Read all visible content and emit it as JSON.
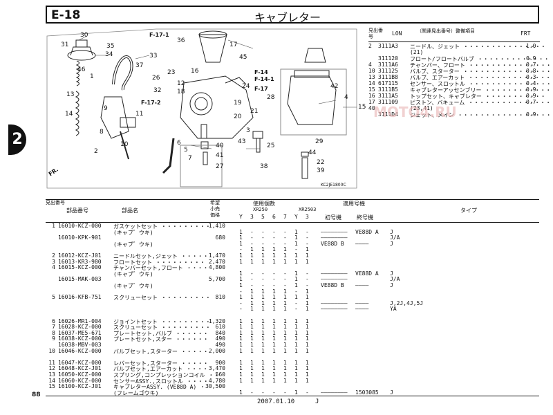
{
  "header": {
    "code": "E-18",
    "title": "キャブレター"
  },
  "side_badge": "2",
  "diagram": {
    "fr_arrow": "FR.",
    "code_stamp": "KC2JE1800C",
    "refs": [
      "F-17-1",
      "F-17-2",
      "F-14",
      "F-14-1",
      "F-17"
    ],
    "callouts": [
      "30",
      "35",
      "34",
      "37",
      "33",
      "46",
      "31",
      "1",
      "13",
      "14",
      "8",
      "2",
      "9",
      "10",
      "11",
      "32",
      "12",
      "16",
      "23",
      "26",
      "36",
      "17",
      "45",
      "18",
      "19",
      "20",
      "6",
      "5",
      "40",
      "41",
      "7",
      "27",
      "43",
      "3",
      "25",
      "21",
      "24",
      "28",
      "38",
      "39",
      "22",
      "42",
      "4",
      "15",
      "29",
      "44"
    ]
  },
  "lon_panel": {
    "header": {
      "ref": "見出番号",
      "lon": "LON",
      "parts": "（関連見出番号）整備項目",
      "frt": "FRT"
    },
    "rows": [
      {
        "ref": "2",
        "lon": "3111A3",
        "desc": "ニードル、ジェット ・・・・・・・・・・・・・・・",
        "frt": "1.0"
      },
      {
        "ref": "",
        "lon": "",
        "desc": "(21)",
        "frt": ""
      },
      {
        "ref": "",
        "lon": "311120",
        "desc": "フロート/フロートバルブ ・・・・・・・・・・・・・",
        "frt": "0.9"
      },
      {
        "ref": "4",
        "lon": "3111A6",
        "desc": "チャンバー、フロート ・・・・・・・・・・・・・・・",
        "frt": "0.7"
      },
      {
        "ref": "10",
        "lon": "311125",
        "desc": "バルブ、スターター ・・・・・・・・・・・・・・・・",
        "frt": "0.8"
      },
      {
        "ref": "13",
        "lon": "3111B8",
        "desc": "バルブ、エアーカット ・・・・・・・・・・・・・・・",
        "frt": "0.3"
      },
      {
        "ref": "14",
        "lon": "617115",
        "desc": "センサー、スロットル ・・・・・・・・・・・・・・・",
        "frt": "0.4"
      },
      {
        "ref": "15",
        "lon": "3111B5",
        "desc": "キャブレターアッセンブリー ・・・・・・・・・・・・",
        "frt": "0.9"
      },
      {
        "ref": "16",
        "lon": "3111A5",
        "desc": "トップセット、キャブレター ・・・・・・・・・・・",
        "frt": "0.9"
      },
      {
        "ref": "17",
        "lon": "311109",
        "desc": "ピストン、バキューム ・・・・・・・・・・・・・・・",
        "frt": "0.7"
      },
      {
        "ref": "40",
        "lon": "",
        "desc": "(23,41)",
        "frt": ""
      },
      {
        "ref": "",
        "lon": "3111D4",
        "desc": "ジェット、メイン ・・・・・・・・・・・・・・・・・",
        "frt": "0.9"
      }
    ]
  },
  "watermark": "MOTO4.RU",
  "table_head": {
    "ref": "見出番号",
    "part_no": "部品番号",
    "name": "部品名",
    "price": "希望小売価格",
    "qty": "使用個数",
    "apply": "適用号機",
    "first": "初号機",
    "last": "終号機",
    "type": "タイプ",
    "xr250": "XR250",
    "xr2503": "XR2503",
    "cols": [
      "Y",
      "3",
      "5",
      "6",
      "7",
      "Y",
      "3"
    ]
  },
  "rows": [
    {
      "ref": "1",
      "part": "16010-KCZ-000",
      "name": "ガスケットセット ・・・・・・・・・",
      "price": "1,410",
      "q": [
        "",
        "",
        "",
        "",
        "",
        "",
        ""
      ],
      "first": "",
      "last": "",
      "type": ""
    },
    {
      "ref": "",
      "part": "",
      "name": "(キャブ゛ウキ)",
      "price": "",
      "q": [
        "1",
        "-",
        "-",
        "-",
        "-",
        "1",
        "-"
      ],
      "first": "————————",
      "last": "VE88D A",
      "type": "J"
    },
    {
      "ref": "",
      "part": "16010-KPK-901",
      "name": "",
      "price": "680",
      "q": [
        "1",
        "-",
        "-",
        "-",
        "-",
        "1",
        "-"
      ],
      "first": "————————",
      "last": "",
      "type": "J/A"
    },
    {
      "ref": "",
      "part": "",
      "name": "(キャブ゛ウキ)",
      "price": "",
      "q": [
        "1",
        "-",
        "-",
        "-",
        "-",
        "1",
        "-"
      ],
      "first": "VE88D B",
      "last": "————",
      "type": "J"
    },
    {
      "ref": "",
      "part": "",
      "name": "",
      "price": "",
      "q": [
        "-",
        "1",
        "1",
        "1",
        "1",
        "-",
        "1"
      ],
      "first": "",
      "last": "",
      "type": ""
    },
    {
      "ref": "2",
      "part": "16012-KCZ-J01",
      "name": "ニードルセット,ジェット ・・・・・",
      "price": "1,470",
      "q": [
        "1",
        "1",
        "1",
        "1",
        "1",
        "1",
        "1"
      ],
      "first": "",
      "last": "",
      "type": ""
    },
    {
      "ref": "3",
      "part": "16013-KR3-980",
      "name": "フロートセット ・・・・・・・・・",
      "price": "2,470",
      "q": [
        "1",
        "1",
        "1",
        "1",
        "1",
        "1",
        "1"
      ],
      "first": "",
      "last": "",
      "type": ""
    },
    {
      "ref": "4",
      "part": "16015-KCZ-000",
      "name": "チャンバーセット,フロート ・・・・",
      "price": "4,800",
      "q": [
        "",
        "",
        "",
        "",
        "",
        "",
        ""
      ],
      "first": "",
      "last": "",
      "type": ""
    },
    {
      "ref": "",
      "part": "",
      "name": "(キャブ゛ウキ)",
      "price": "",
      "q": [
        "1",
        "-",
        "-",
        "-",
        "-",
        "1",
        "-"
      ],
      "first": "————————",
      "last": "VE88D A",
      "type": "J"
    },
    {
      "ref": "",
      "part": "16015-MAK-003",
      "name": "",
      "price": "5,700",
      "q": [
        "1",
        "-",
        "-",
        "-",
        "-",
        "1",
        "-"
      ],
      "first": "————————",
      "last": "",
      "type": "J/A"
    },
    {
      "ref": "",
      "part": "",
      "name": "(キャブ゛ウキ)",
      "price": "",
      "q": [
        "1",
        "-",
        "-",
        "-",
        "-",
        "1",
        "-"
      ],
      "first": "VE88D B",
      "last": "————",
      "type": "J"
    },
    {
      "ref": "",
      "part": "",
      "name": "",
      "price": "",
      "q": [
        "-",
        "1",
        "1",
        "1",
        "1",
        "-",
        "1"
      ],
      "first": "",
      "last": "",
      "type": ""
    },
    {
      "ref": "5",
      "part": "16016-KFB-751",
      "name": "スクリューセット ・・・・・・・・・",
      "price": "810",
      "q": [
        "1",
        "1",
        "1",
        "1",
        "1",
        "1",
        "1"
      ],
      "first": "",
      "last": "",
      "type": ""
    },
    {
      "ref": "",
      "part": "",
      "name": "",
      "price": "",
      "q": [
        "-",
        "1",
        "1",
        "1",
        "1",
        "-",
        "1"
      ],
      "first": "————————",
      "last": "————",
      "type": "J,2J,4J,5J"
    },
    {
      "ref": "",
      "part": "",
      "name": "",
      "price": "",
      "q": [
        "-",
        "1",
        "1",
        "1",
        "1",
        "-",
        "1"
      ],
      "first": "————————",
      "last": "————",
      "type": "YA"
    },
    {
      "ref": "",
      "part": "",
      "name": "",
      "price": "",
      "q": [
        "",
        "",
        "",
        "",
        "",
        "",
        ""
      ],
      "first": "",
      "last": "",
      "type": ""
    },
    {
      "ref": "6",
      "part": "16026-MR1-004",
      "name": "ジョイントセット ・・・・・・・・・",
      "price": "1,320",
      "q": [
        "1",
        "1",
        "1",
        "1",
        "1",
        "1",
        "1"
      ],
      "first": "",
      "last": "",
      "type": ""
    },
    {
      "ref": "7",
      "part": "16028-KCZ-000",
      "name": "スクリューセット ・・・・・・・・・",
      "price": "610",
      "q": [
        "1",
        "1",
        "1",
        "1",
        "1",
        "1",
        "1"
      ],
      "first": "",
      "last": "",
      "type": ""
    },
    {
      "ref": "8",
      "part": "16037-ME5-671",
      "name": "プレートセット,バルブ ・・・・・・",
      "price": "840",
      "q": [
        "1",
        "1",
        "1",
        "1",
        "1",
        "1",
        "1"
      ],
      "first": "",
      "last": "",
      "type": ""
    },
    {
      "ref": "9",
      "part": "16038-KCZ-000",
      "name": "プレートセット,スター ・・・・・・",
      "price": "490",
      "q": [
        "1",
        "1",
        "1",
        "1",
        "1",
        "1",
        "1"
      ],
      "first": "",
      "last": "",
      "type": ""
    },
    {
      "ref": "",
      "part": "16038-MBV-003",
      "name": "",
      "price": "490",
      "q": [
        "1",
        "1",
        "1",
        "1",
        "1",
        "1",
        "1"
      ],
      "first": "",
      "last": "",
      "type": ""
    },
    {
      "ref": "10",
      "part": "16046-KCZ-000",
      "name": "バルブセット,スターター ・・・・・",
      "price": "2,000",
      "q": [
        "1",
        "1",
        "1",
        "1",
        "1",
        "1",
        "1"
      ],
      "first": "",
      "last": "",
      "type": ""
    },
    {
      "ref": "",
      "part": "",
      "name": "",
      "price": "",
      "q": [
        "",
        "",
        "",
        "",
        "",
        "",
        ""
      ],
      "first": "",
      "last": "",
      "type": ""
    },
    {
      "ref": "11",
      "part": "16047-KCZ-000",
      "name": "レバーセット,スターター ・・・・・",
      "price": "900",
      "q": [
        "1",
        "1",
        "1",
        "1",
        "1",
        "1",
        "1"
      ],
      "first": "",
      "last": "",
      "type": ""
    },
    {
      "ref": "12",
      "part": "16048-KCZ-J01",
      "name": "バルブセット,エアーカット ・・・・",
      "price": "3,470",
      "q": [
        "1",
        "1",
        "1",
        "1",
        "1",
        "1",
        "1"
      ],
      "first": "",
      "last": "",
      "type": ""
    },
    {
      "ref": "13",
      "part": "16050-KCZ-000",
      "name": "スプリング,コンプレッションコイル ・・",
      "price": "560",
      "q": [
        "1",
        "1",
        "1",
        "1",
        "1",
        "1",
        "1"
      ],
      "first": "",
      "last": "",
      "type": ""
    },
    {
      "ref": "14",
      "part": "16060-KCZ-000",
      "name": "センサーASSY.,スロットル ・・・・",
      "price": "4,780",
      "q": [
        "1",
        "1",
        "1",
        "1",
        "1",
        "1",
        "1"
      ],
      "first": "",
      "last": "",
      "type": ""
    },
    {
      "ref": "15",
      "part": "16100-KCZ-J01",
      "name": "キャブレターASSY. (VE88D A) ・",
      "price": "30,500",
      "q": [
        "",
        "",
        "",
        "",
        "",
        "",
        ""
      ],
      "first": "",
      "last": "",
      "type": ""
    },
    {
      "ref": "",
      "part": "",
      "name": "(フレームゴウキ)",
      "price": "",
      "q": [
        "1",
        "-",
        "-",
        "-",
        "-",
        "1",
        "-"
      ],
      "first": "————————",
      "last": "1503085",
      "type": "J"
    }
  ],
  "footer": {
    "page": "88",
    "date": "2007.01.10",
    "suffix": "J"
  }
}
